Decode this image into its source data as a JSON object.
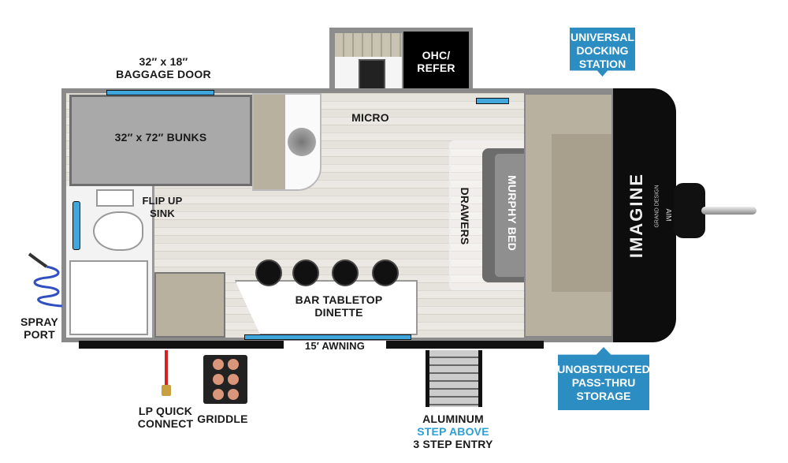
{
  "labels": {
    "baggage_door": [
      "32″ x 18″",
      "BAGGAGE DOOR"
    ],
    "bunks": "32″ x 72″ BUNKS",
    "micro": "MICRO",
    "ohc_refer": [
      "OHC/",
      "REFER"
    ],
    "flip_up_sink": [
      "FLIP UP",
      "SINK"
    ],
    "drawers": "DRAWERS",
    "murphy_bed": "MURPHY BED",
    "bar_dinette": [
      "BAR TABLETOP",
      "DINETTE"
    ],
    "awning": "15′ AWNING",
    "spray_port": [
      "SPRAY",
      "PORT"
    ],
    "lp_quick_connect": [
      "LP QUICK",
      "CONNECT"
    ],
    "griddle": "GRIDDLE",
    "step_entry": [
      "ALUMINUM",
      "STEP ABOVE",
      "3 STEP ENTRY"
    ]
  },
  "callouts": {
    "docking_station": [
      "UNIVERSAL",
      "DOCKING",
      "STATION"
    ],
    "pass_thru": [
      "UNOBSTRUCTED",
      "PASS-THRU",
      "STORAGE"
    ]
  },
  "logo": {
    "brand": "IMAGINE",
    "maker": "GRAND DESIGN",
    "model": "AIM"
  },
  "colors": {
    "callout": "#2b8dc2",
    "step_above": "#2b9fd6",
    "lp_line": "#d32020",
    "cap": "#0d0d0d"
  }
}
